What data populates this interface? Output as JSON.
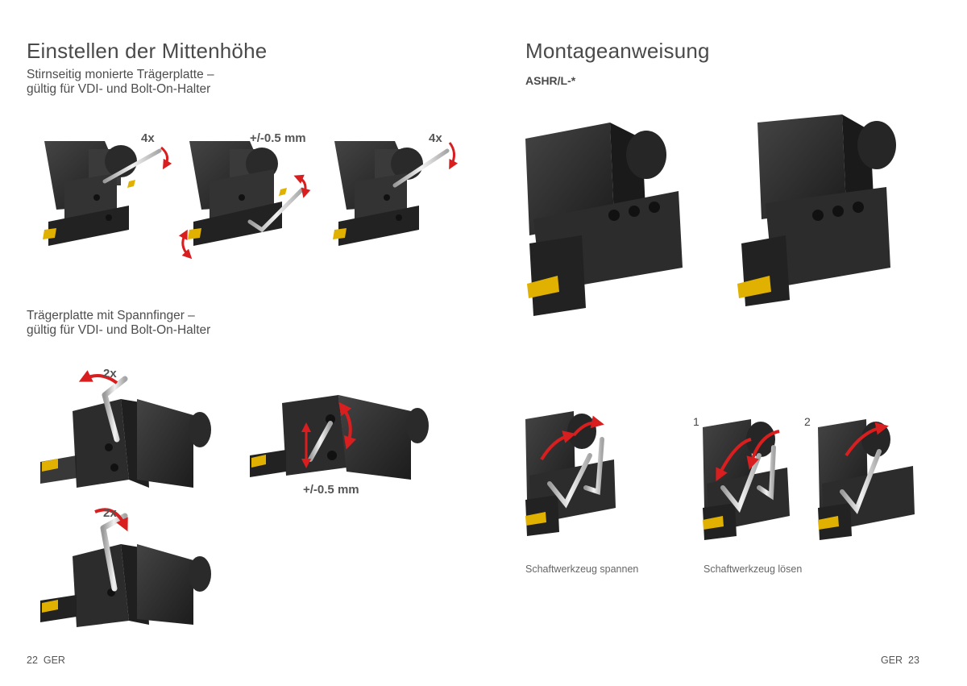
{
  "left": {
    "title": "Einstellen der Mittenhöhe",
    "section1": {
      "line1": "Stirnseitig monierte Trägerplatte –",
      "line2": "gültig für VDI- und Bolt-On-Halter",
      "labels": [
        "4x",
        "+/-0.5 mm",
        "4x"
      ]
    },
    "section2": {
      "line1": "Trägerplatte mit Spannfinger –",
      "line2": "gültig für VDI- und Bolt-On-Halter",
      "labels": [
        "2x",
        "+/-0.5 mm",
        "2x"
      ]
    },
    "page_number": "22",
    "page_lang": "GER"
  },
  "right": {
    "title": "Montageanweisung",
    "subtitle": "ASHR/L-*",
    "step_numbers": [
      "1",
      "2"
    ],
    "captions": [
      "Schaftwerkzeug spannen",
      "Schaftwerkzeug lösen"
    ],
    "page_number": "23",
    "page_lang": "GER"
  },
  "colors": {
    "tool_body": "#2e2e2e",
    "insert": "#e0b100",
    "arrow": "#d81e1e",
    "text": "#4a4a4a"
  }
}
